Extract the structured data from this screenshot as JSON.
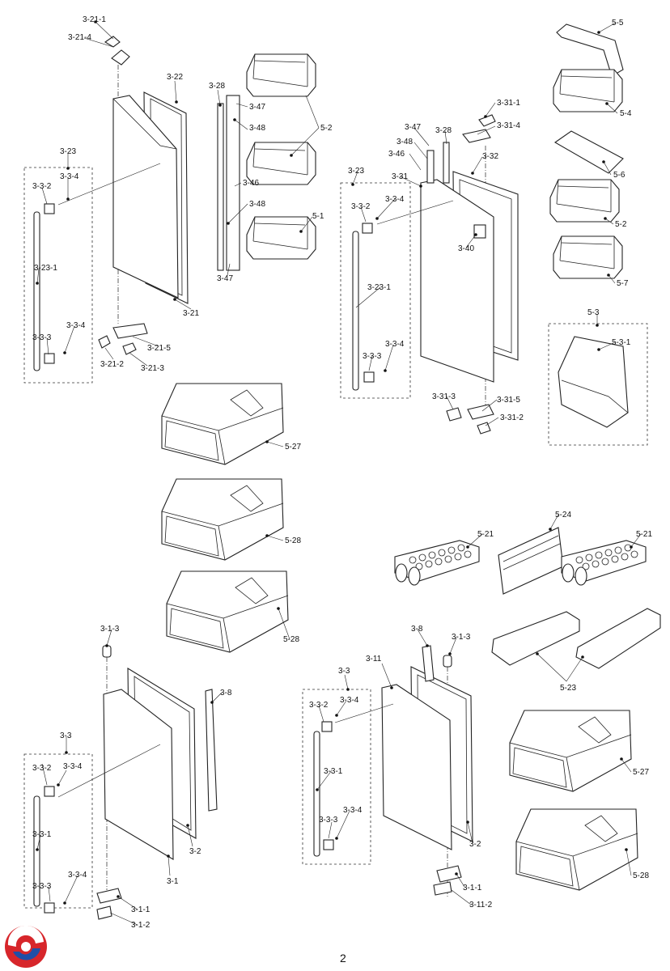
{
  "diagram": {
    "page_number": "2",
    "brand_colors": {
      "red": "#d7262b",
      "blue": "#1f4fa8"
    },
    "labels": {
      "l3_21_1": "3-21-1",
      "l3_21_4": "3-21-4",
      "l3_22": "3-22",
      "l3_28a": "3-28",
      "l3_47a": "3-47",
      "l3_48a": "3-48",
      "l3_46a": "3-46",
      "l3_48b": "3-48",
      "l3_47b": "3-47",
      "l3_23a": "3-23",
      "l3_3_4a": "3-3-4",
      "l3_3_2a": "3-3-2",
      "l3_23_1a": "3-23-1",
      "l3_3_4b": "3-3-4",
      "l3_3_3a": "3-3-3",
      "l3_21": "3-21",
      "l3_21_5": "3-21-5",
      "l3_21_2": "3-21-2",
      "l3_21_3": "3-21-3",
      "l5_2a": "5-2",
      "l5_1": "5-1",
      "l3_31_1": "3-31-1",
      "l3_31_4": "3-31-4",
      "l3_47c": "3-47",
      "l3_28b": "3-28",
      "l3_48c": "3-48",
      "l3_46b": "3-46",
      "l3_32": "3-32",
      "l3_31": "3-31",
      "l3_23b": "3-23",
      "l3_3_2b": "3-3-2",
      "l3_3_4c": "3-3-4",
      "l3_23_1b": "3-23-1",
      "l3_40": "3-40",
      "l3_3_4d": "3-3-4",
      "l3_3_3b": "3-3-3",
      "l3_31_3": "3-31-3",
      "l3_31_5": "3-31-5",
      "l3_31_2": "3-31-2",
      "l5_5": "5-5",
      "l5_4": "5-4",
      "l5_6": "5-6",
      "l5_2b": "5-2",
      "l5_7": "5-7",
      "l5_3": "5-3",
      "l5_3_1": "5-3-1",
      "l5_27a": "5-27",
      "l5_28a": "5-28",
      "l5_28b": "5-28",
      "l5_21a": "5-21",
      "l5_24": "5-24",
      "l5_21b": "5-21",
      "l5_23": "5-23",
      "l5_27b": "5-27",
      "l5_28c": "5-28",
      "l3_1_3a": "3-1-3",
      "l3_8a": "3-8",
      "l3_3a": "3-3",
      "l3_3_2c": "3-3-2",
      "l3_3_4e": "3-3-4",
      "l3_3_1a": "3-3-1",
      "l3_3_3c": "3-3-3",
      "l3_3_4f": "3-3-4",
      "l3_2a": "3-2",
      "l3_1": "3-1",
      "l3_1_1a": "3-1-1",
      "l3_1_2": "3-1-2",
      "l3_8b": "3-8",
      "l3_1_3b": "3-1-3",
      "l3_11": "3-11",
      "l3_3b": "3-3",
      "l3_3_2d": "3-3-2",
      "l3_3_4g": "3-3-4",
      "l3_3_1b": "3-3-1",
      "l3_3_3d": "3-3-3",
      "l3_3_4h": "3-3-4",
      "l3_2b": "3-2",
      "l3_1_1b": "3-1-1",
      "l3_11_2": "3-11-2"
    }
  }
}
